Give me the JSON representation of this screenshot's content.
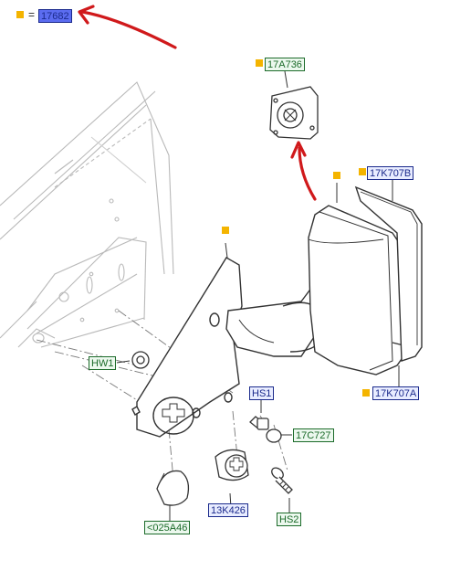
{
  "legend": {
    "equals": "=",
    "code": "17682"
  },
  "callouts": {
    "c17A736": "17A736",
    "c17K707B": "17K707B",
    "c17K707A": "17K707A",
    "cHW1": "HW1",
    "cHS1": "HS1",
    "c17C727": "17C727",
    "c13K426": "13K426",
    "cHS2": "HS2",
    "c025A46": "<025A46"
  },
  "colors": {
    "marker": "#f4b400",
    "arrow": "#d0191b",
    "blue_label": "#1b2a8c",
    "green_label": "#1c6b2a",
    "line": "#555555"
  }
}
